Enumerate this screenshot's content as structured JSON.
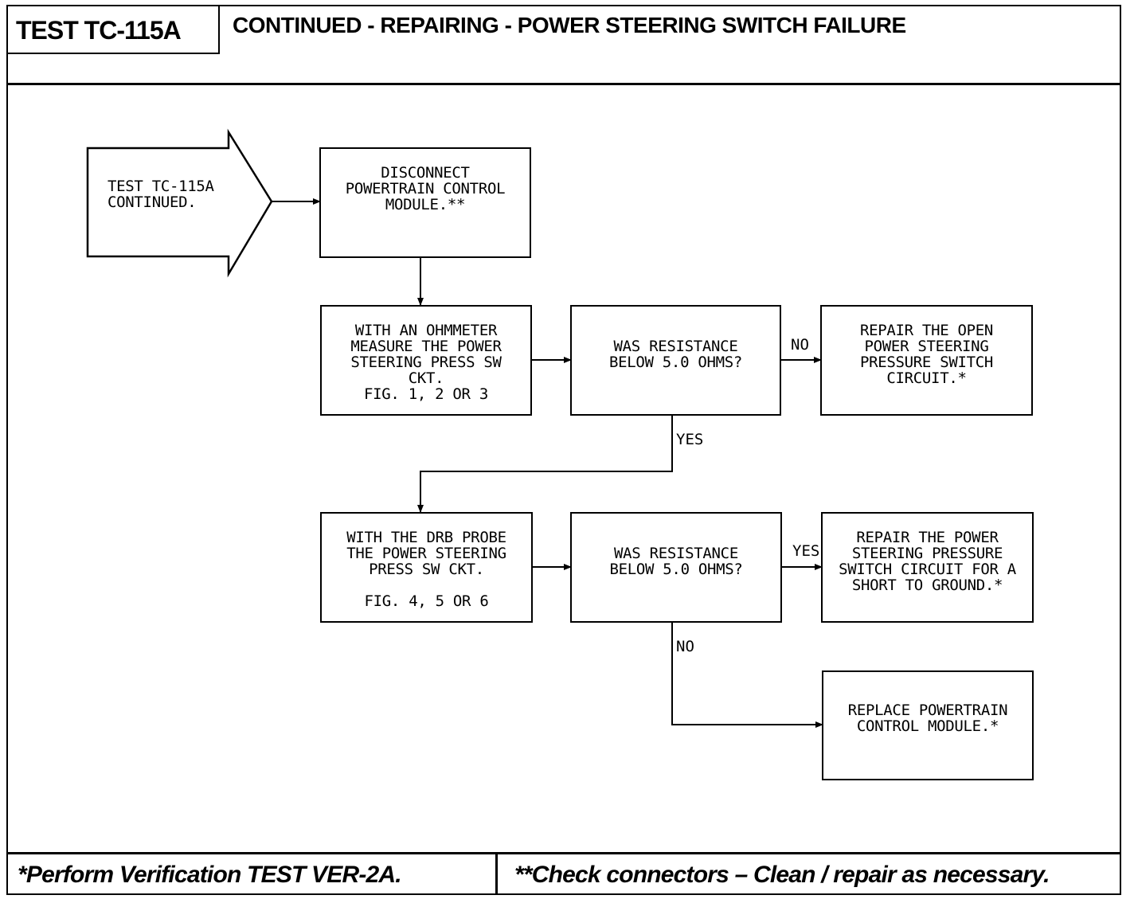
{
  "header": {
    "test_id": "TEST TC-115A",
    "title": "CONTINUED -  REPAIRING - POWER STEERING SWITCH FAILURE"
  },
  "flowchart": {
    "start": {
      "text": "TEST TC-115A\nCONTINUED."
    },
    "disconnect_pcm": {
      "text": "DISCONNECT\nPOWERTRAIN CONTROL\nMODULE.**"
    },
    "measure_ohmmeter": {
      "text": "WITH AN OHMMETER\nMEASURE THE POWER\nSTEERING PRESS SW\nCKT.\nFIG. 1, 2 OR 3"
    },
    "decision_1": {
      "text": "WAS RESISTANCE\nBELOW 5.0 OHMS?"
    },
    "repair_open": {
      "text": "REPAIR THE OPEN\nPOWER STEERING\nPRESSURE SWITCH\nCIRCUIT.*"
    },
    "drb_probe": {
      "text": "WITH THE DRB PROBE\nTHE POWER STEERING\nPRESS SW CKT.\n\nFIG. 4, 5 OR 6"
    },
    "decision_2": {
      "text": "WAS RESISTANCE\nBELOW 5.0 OHMS?"
    },
    "repair_short": {
      "text": "REPAIR THE POWER\nSTEERING PRESSURE\nSWITCH CIRCUIT FOR A\nSHORT TO GROUND.*"
    },
    "replace_pcm": {
      "text": "REPLACE POWERTRAIN\nCONTROL MODULE.*"
    },
    "labels": {
      "no_1": "NO",
      "yes_1": "YES",
      "yes_2": "YES",
      "no_2": "NO"
    }
  },
  "footer": {
    "left_note": "*Perform  Verification TEST VER-2A.",
    "right_note": "**Check connectors – Clean / repair as necessary."
  }
}
